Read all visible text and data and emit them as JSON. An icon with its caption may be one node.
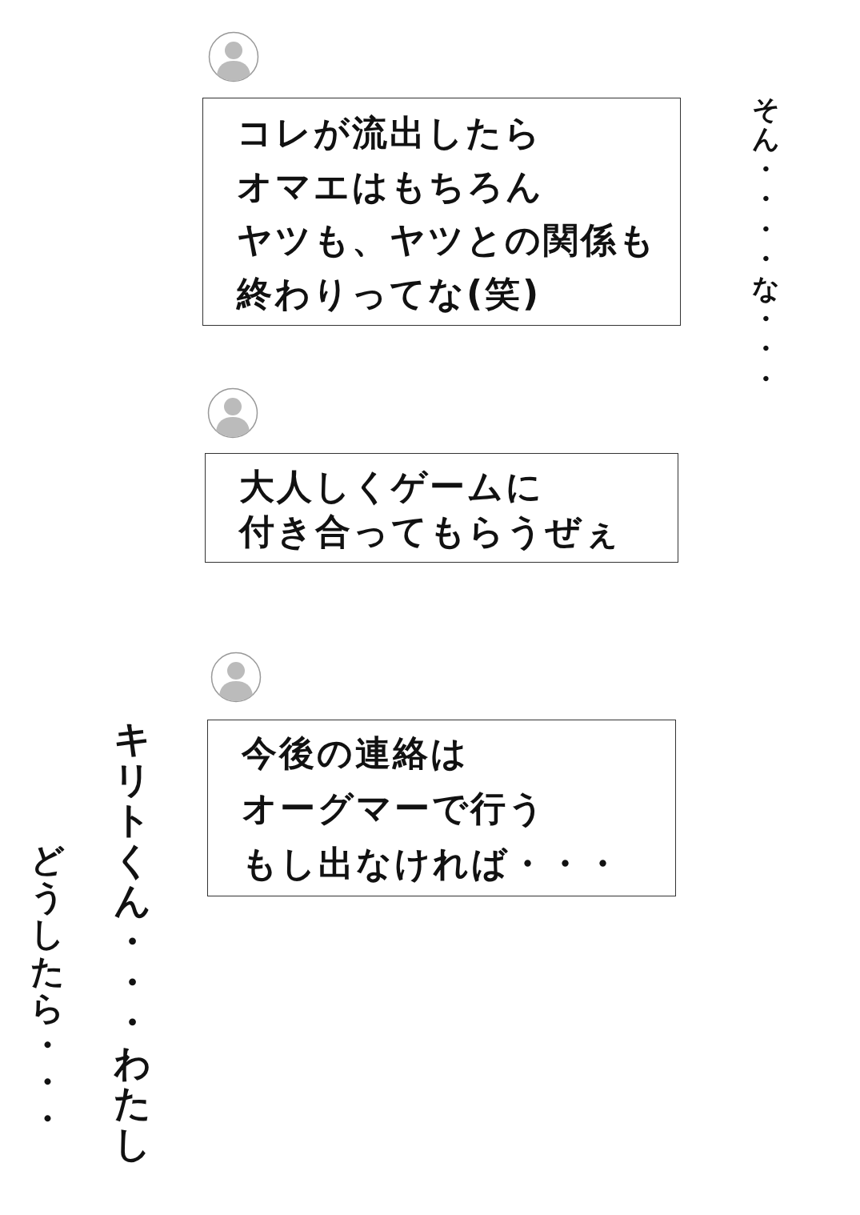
{
  "diagram": {
    "nodes": [
      {
        "text": [
          "コレが流出したらオマエはもちろんヤツも、ヤツとの関係も終わりってな(笑)"
        ]
      },
      {
        "text": [
          "大人しくゲームに付き合ってもらうぜぇ"
        ]
      },
      {
        "text": [
          "今後の連絡はオーグマーで行うもし出なければ・・・"
        ]
      }
    ],
    "edges": [],
    "labels": [
      "そん・・・・な・・・",
      "キリトくん・・・わたし",
      "どうしたら・・・"
    ]
  }
}
